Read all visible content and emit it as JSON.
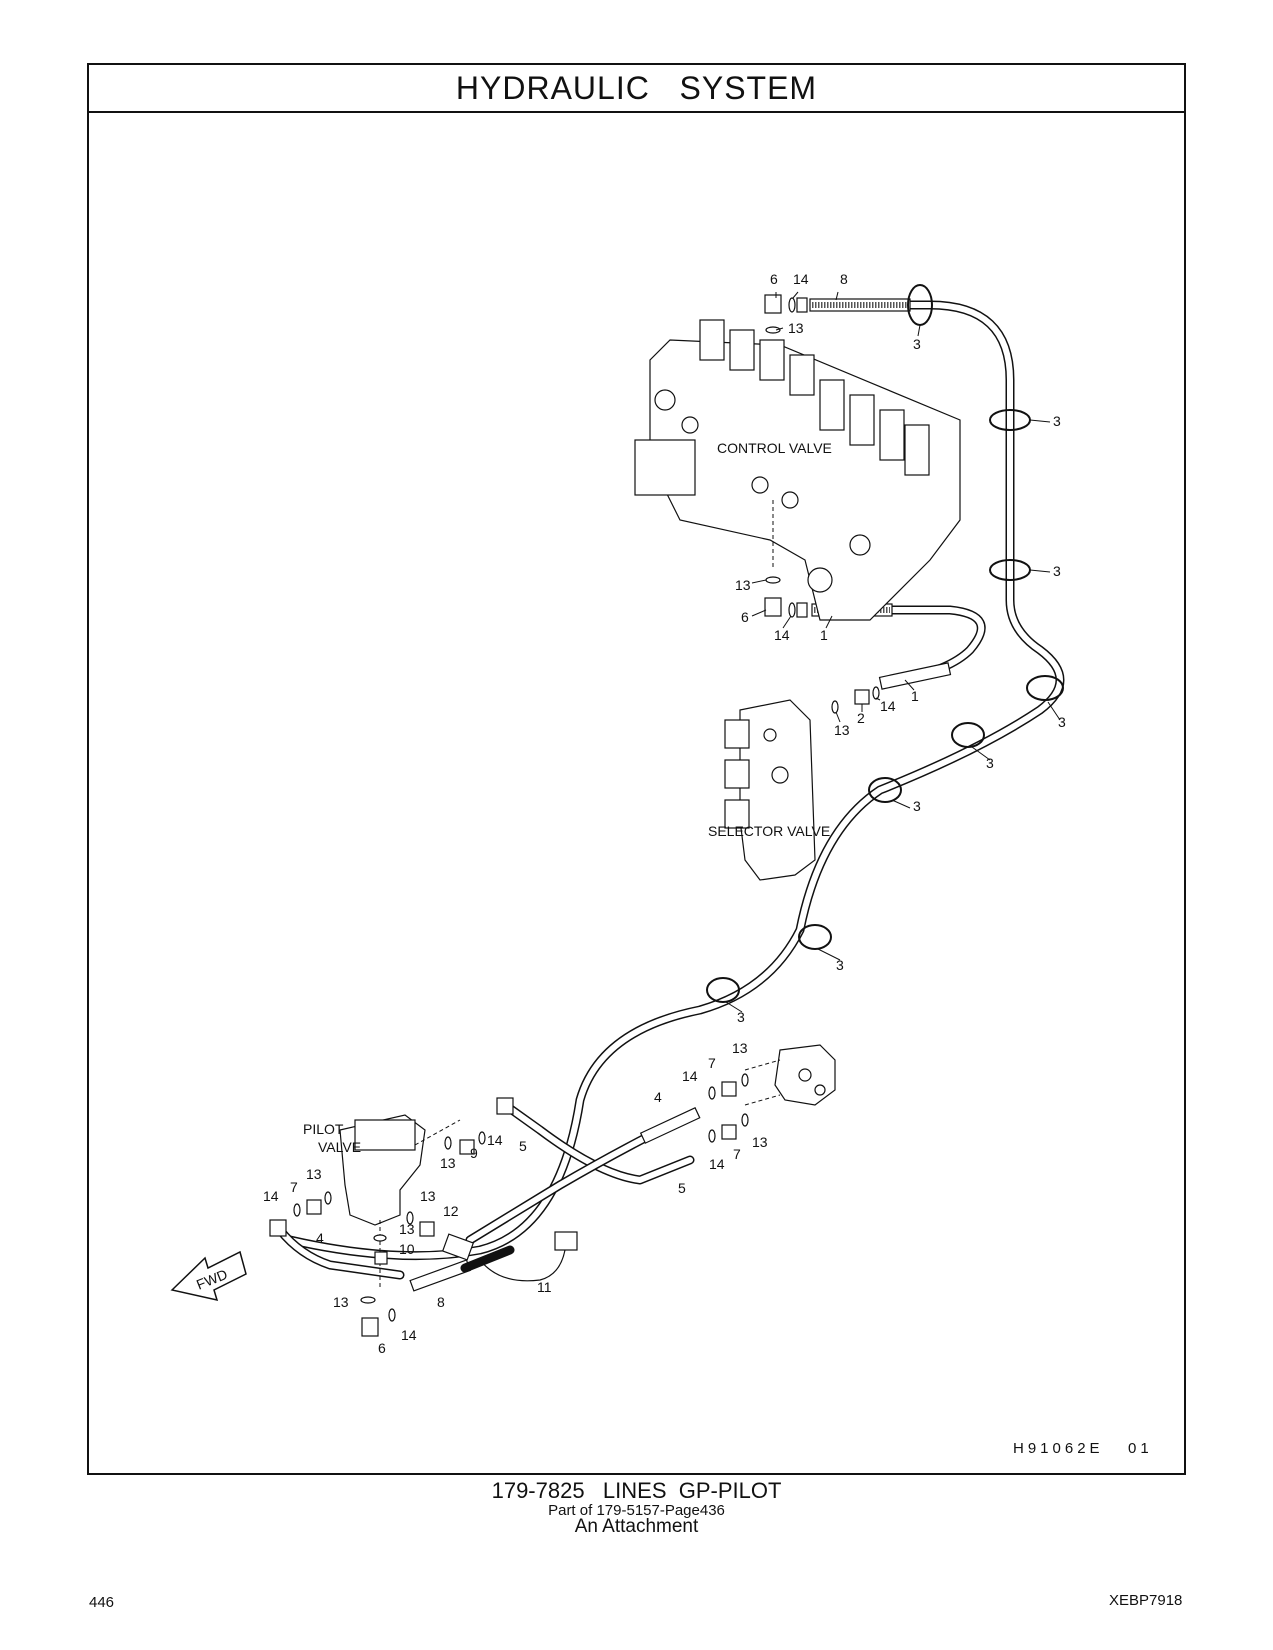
{
  "header": {
    "title": "HYDRAULIC   SYSTEM"
  },
  "labels": {
    "control_valve": "CONTROL VALVE",
    "selector_valve": "SELECTOR VALVE",
    "pilot": "PILOT",
    "valve": "VALVE",
    "fwd": "FWD"
  },
  "callouts": {
    "n1": "1",
    "n2": "2",
    "n3": "3",
    "n4": "4",
    "n5": "5",
    "n6": "6",
    "n7": "7",
    "n8": "8",
    "n9": "9",
    "n10": "10",
    "n11": "11",
    "n12": "12",
    "n13": "13",
    "n14": "14"
  },
  "drawing_code": "H91062E   01",
  "caption": {
    "line1": "179-7825   LINES  GP-PILOT",
    "line2": "Part of 179-5157-Page436",
    "line3": "An Attachment"
  },
  "footer": {
    "page_number": "446",
    "doc_code": "XEBP7918"
  }
}
